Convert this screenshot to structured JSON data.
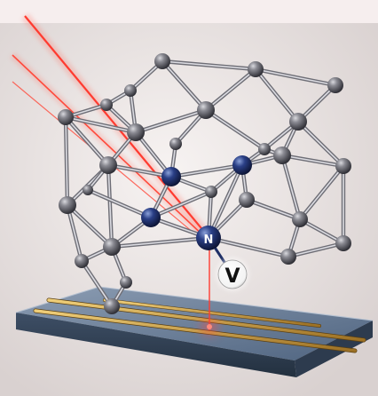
{
  "labels": {
    "nitrogen": "N",
    "vacancy": "V"
  },
  "colors": {
    "carbon_atom": "#5a5a62",
    "nitrogen_atom": "#1f2f66",
    "laser": "#ff3b30",
    "substrate": "#5d728c",
    "electrode": "#c69a3a",
    "background": "#e9e3e2"
  },
  "icons": [
    "nitrogen-vacancy-center",
    "diamond-lattice",
    "laser-beam",
    "microwave-stripline"
  ]
}
